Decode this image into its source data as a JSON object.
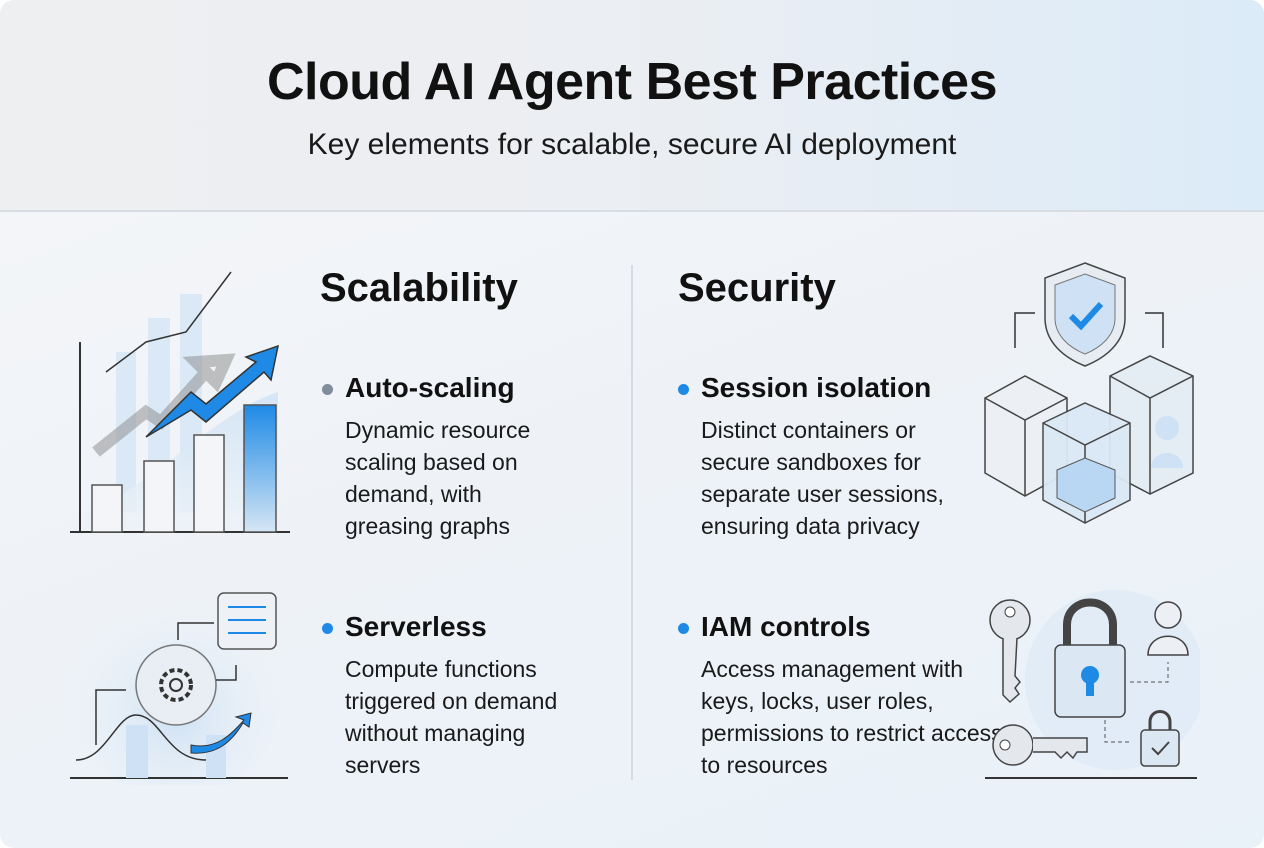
{
  "header": {
    "title": "Cloud AI Agent Best Practices",
    "subtitle": "Key elements for scalable, secure AI deployment"
  },
  "scalability": {
    "title": "Scalability",
    "items": [
      {
        "heading": "Auto-scaling",
        "body": "Dynamic resource scaling based on demand, with greasing graphs"
      },
      {
        "heading": "Serverless",
        "body": "Compute functions triggered on demand without managing servers"
      }
    ]
  },
  "security": {
    "title": "Security",
    "items": [
      {
        "heading": "Session isolation",
        "body": "Distinct containers or secure sandboxes for separate user sessions, ensuring data privacy"
      },
      {
        "heading": "IAM controls",
        "body": "Access management with keys, locks, user roles, permissions to restrict access to resources"
      }
    ]
  },
  "colors": {
    "accent": "#1e8ae6",
    "muted_bullet": "#7f8c99"
  }
}
